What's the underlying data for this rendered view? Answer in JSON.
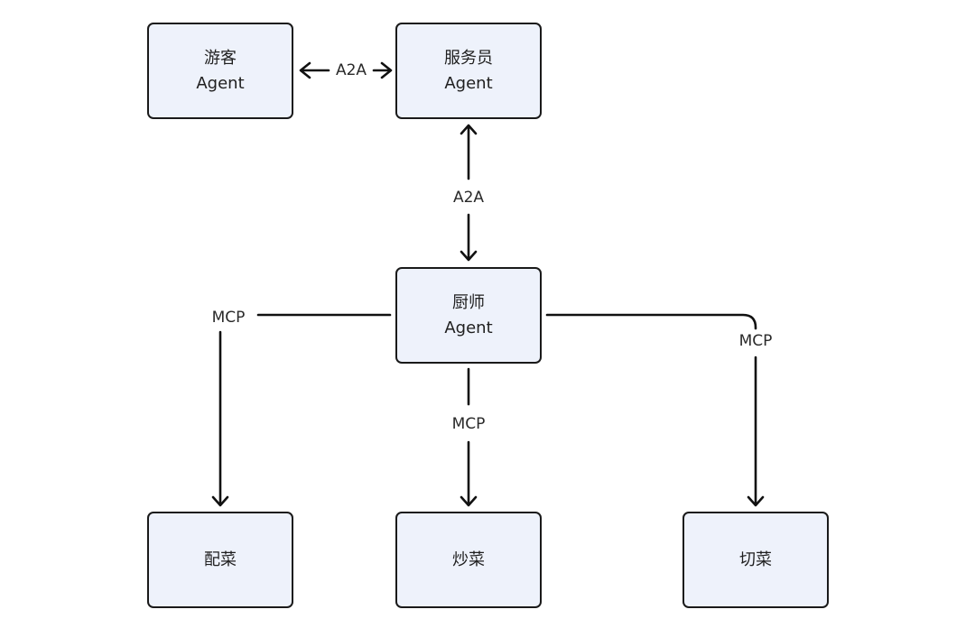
{
  "nodes": {
    "guest": {
      "line1": "游客",
      "line2": "Agent"
    },
    "waiter": {
      "line1": "服务员",
      "line2": "Agent"
    },
    "chef": {
      "line1": "厨师",
      "line2": "Agent"
    },
    "prep": {
      "line1": "配菜"
    },
    "stirfry": {
      "line1": "炒菜"
    },
    "cut": {
      "line1": "切菜"
    }
  },
  "edges": {
    "guest_waiter": "A2A",
    "waiter_chef": "A2A",
    "chef_prep": "MCP",
    "chef_stirfry": "MCP",
    "chef_cut": "MCP"
  }
}
